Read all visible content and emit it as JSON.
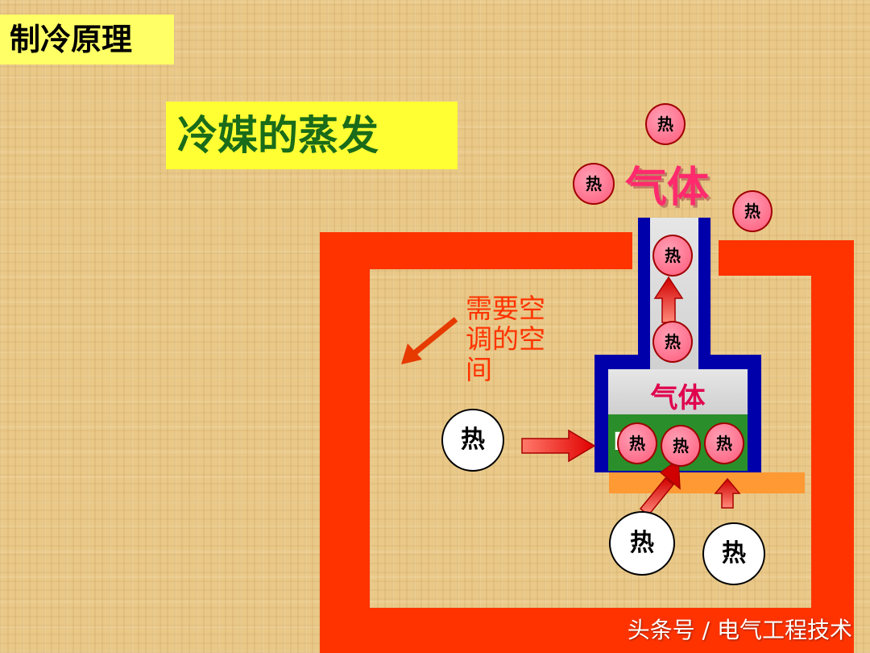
{
  "slide": {
    "label": "制冷原理",
    "title": "冷媒的蒸发"
  },
  "diagram": {
    "room_note": [
      "需要空",
      "调的空",
      "间"
    ],
    "gas_label_vessel": "气体",
    "gas_label_top": "气体",
    "liquid_label": "F",
    "heat_label": "热"
  },
  "watermark": "头条号 / 电气工程技术",
  "colors": {
    "room_wall": "#ff3300",
    "vessel": "#0000aa",
    "liquid": "#2a8f2a",
    "heater": "#ff9933",
    "heat_ball": "#ff6f8c"
  }
}
